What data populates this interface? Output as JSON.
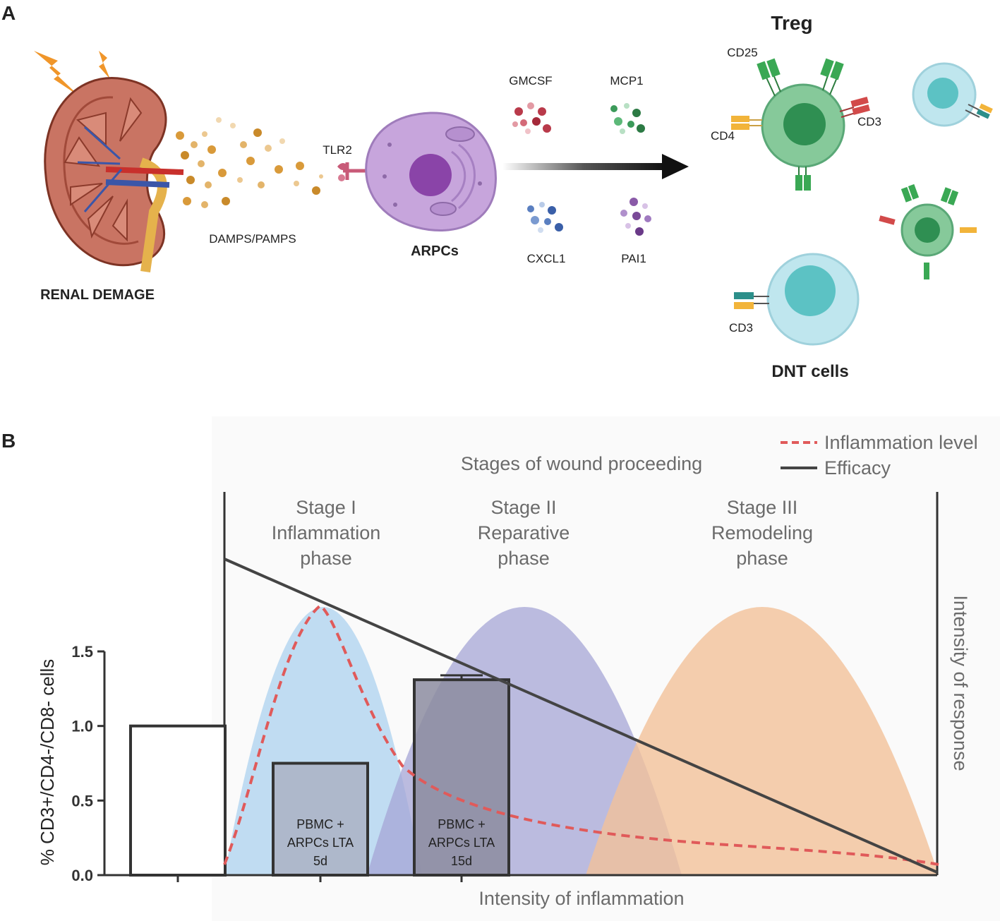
{
  "panel_a": {
    "letter": "A",
    "renal_label": "RENAL DEMAGE",
    "damps_label": "DAMPS/PAMPS",
    "tlr2_label": "TLR2",
    "arpcs_label": "ARPCs",
    "cytokines": {
      "gmcsf": "GMCSF",
      "mcp1": "MCP1",
      "cxcl1": "CXCL1",
      "pai1": "PAI1"
    },
    "treg": {
      "title": "Treg",
      "cd25": "CD25",
      "cd4": "CD4",
      "cd3": "CD3"
    },
    "dnt": {
      "title": "DNT cells",
      "cd3": "CD3"
    }
  },
  "panel_b": {
    "letter": "B",
    "header": "Stages of wound proceeding",
    "legend": {
      "inflammation": "Inflammation level",
      "efficacy": "Efficacy"
    },
    "stages": [
      {
        "line1": "Stage I",
        "line2": "Inflammation",
        "line3": "phase"
      },
      {
        "line1": "Stage II",
        "line2": "Reparative",
        "line3": "phase"
      },
      {
        "line1": "Stage III",
        "line2": "Remodeling",
        "line3": "phase"
      }
    ],
    "x_title": "Intensity of inflammation",
    "right_title": "Intensity of response",
    "colors": {
      "stage1": "#b9d8f1",
      "stage2": "#a6a6d6",
      "stage3": "#f2c29a",
      "inflammation": "#e05a5a",
      "efficacy": "#444444"
    }
  },
  "chart_data": {
    "type": "bar",
    "ylabel": "% CD3+/CD4-/CD8- cells",
    "ylim": [
      0,
      1.5
    ],
    "yticks": [
      "0.0",
      "0.5",
      "1.0",
      "1.5"
    ],
    "categories": [
      {
        "line1": "",
        "line2": "",
        "line3": ""
      },
      {
        "line1": "PBMC +",
        "line2": "ARPCs LTA",
        "line3": "5d"
      },
      {
        "line1": "PBMC +",
        "line2": "ARPCs LTA",
        "line3": "15d"
      }
    ],
    "values": [
      1.0,
      0.75,
      1.31
    ],
    "errors": [
      0,
      0,
      0.03
    ]
  }
}
